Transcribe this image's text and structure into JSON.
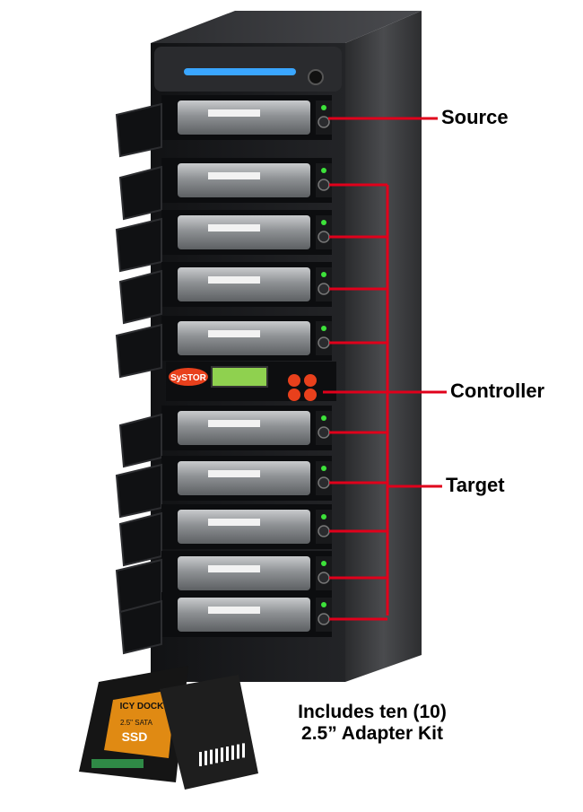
{
  "callouts": {
    "source": "Source",
    "controller": "Controller",
    "target": "Target"
  },
  "controller_panel": {
    "brand": "SySTOR"
  },
  "adapter": {
    "brand": "ICY DOCK",
    "format": "2.5\" SATA",
    "kind": "SSD"
  },
  "caption": {
    "line1": "Includes ten (10)",
    "line2": "2.5” Adapter Kit"
  },
  "colors": {
    "callout_line": "#e0001b",
    "chassis": "#1c1d1f",
    "side_panel": "#3a3b3d",
    "led_green": "#3de23a",
    "led_blue": "#3aa6ff",
    "lcd": "#8fd14f",
    "button_red": "#e8401c"
  }
}
